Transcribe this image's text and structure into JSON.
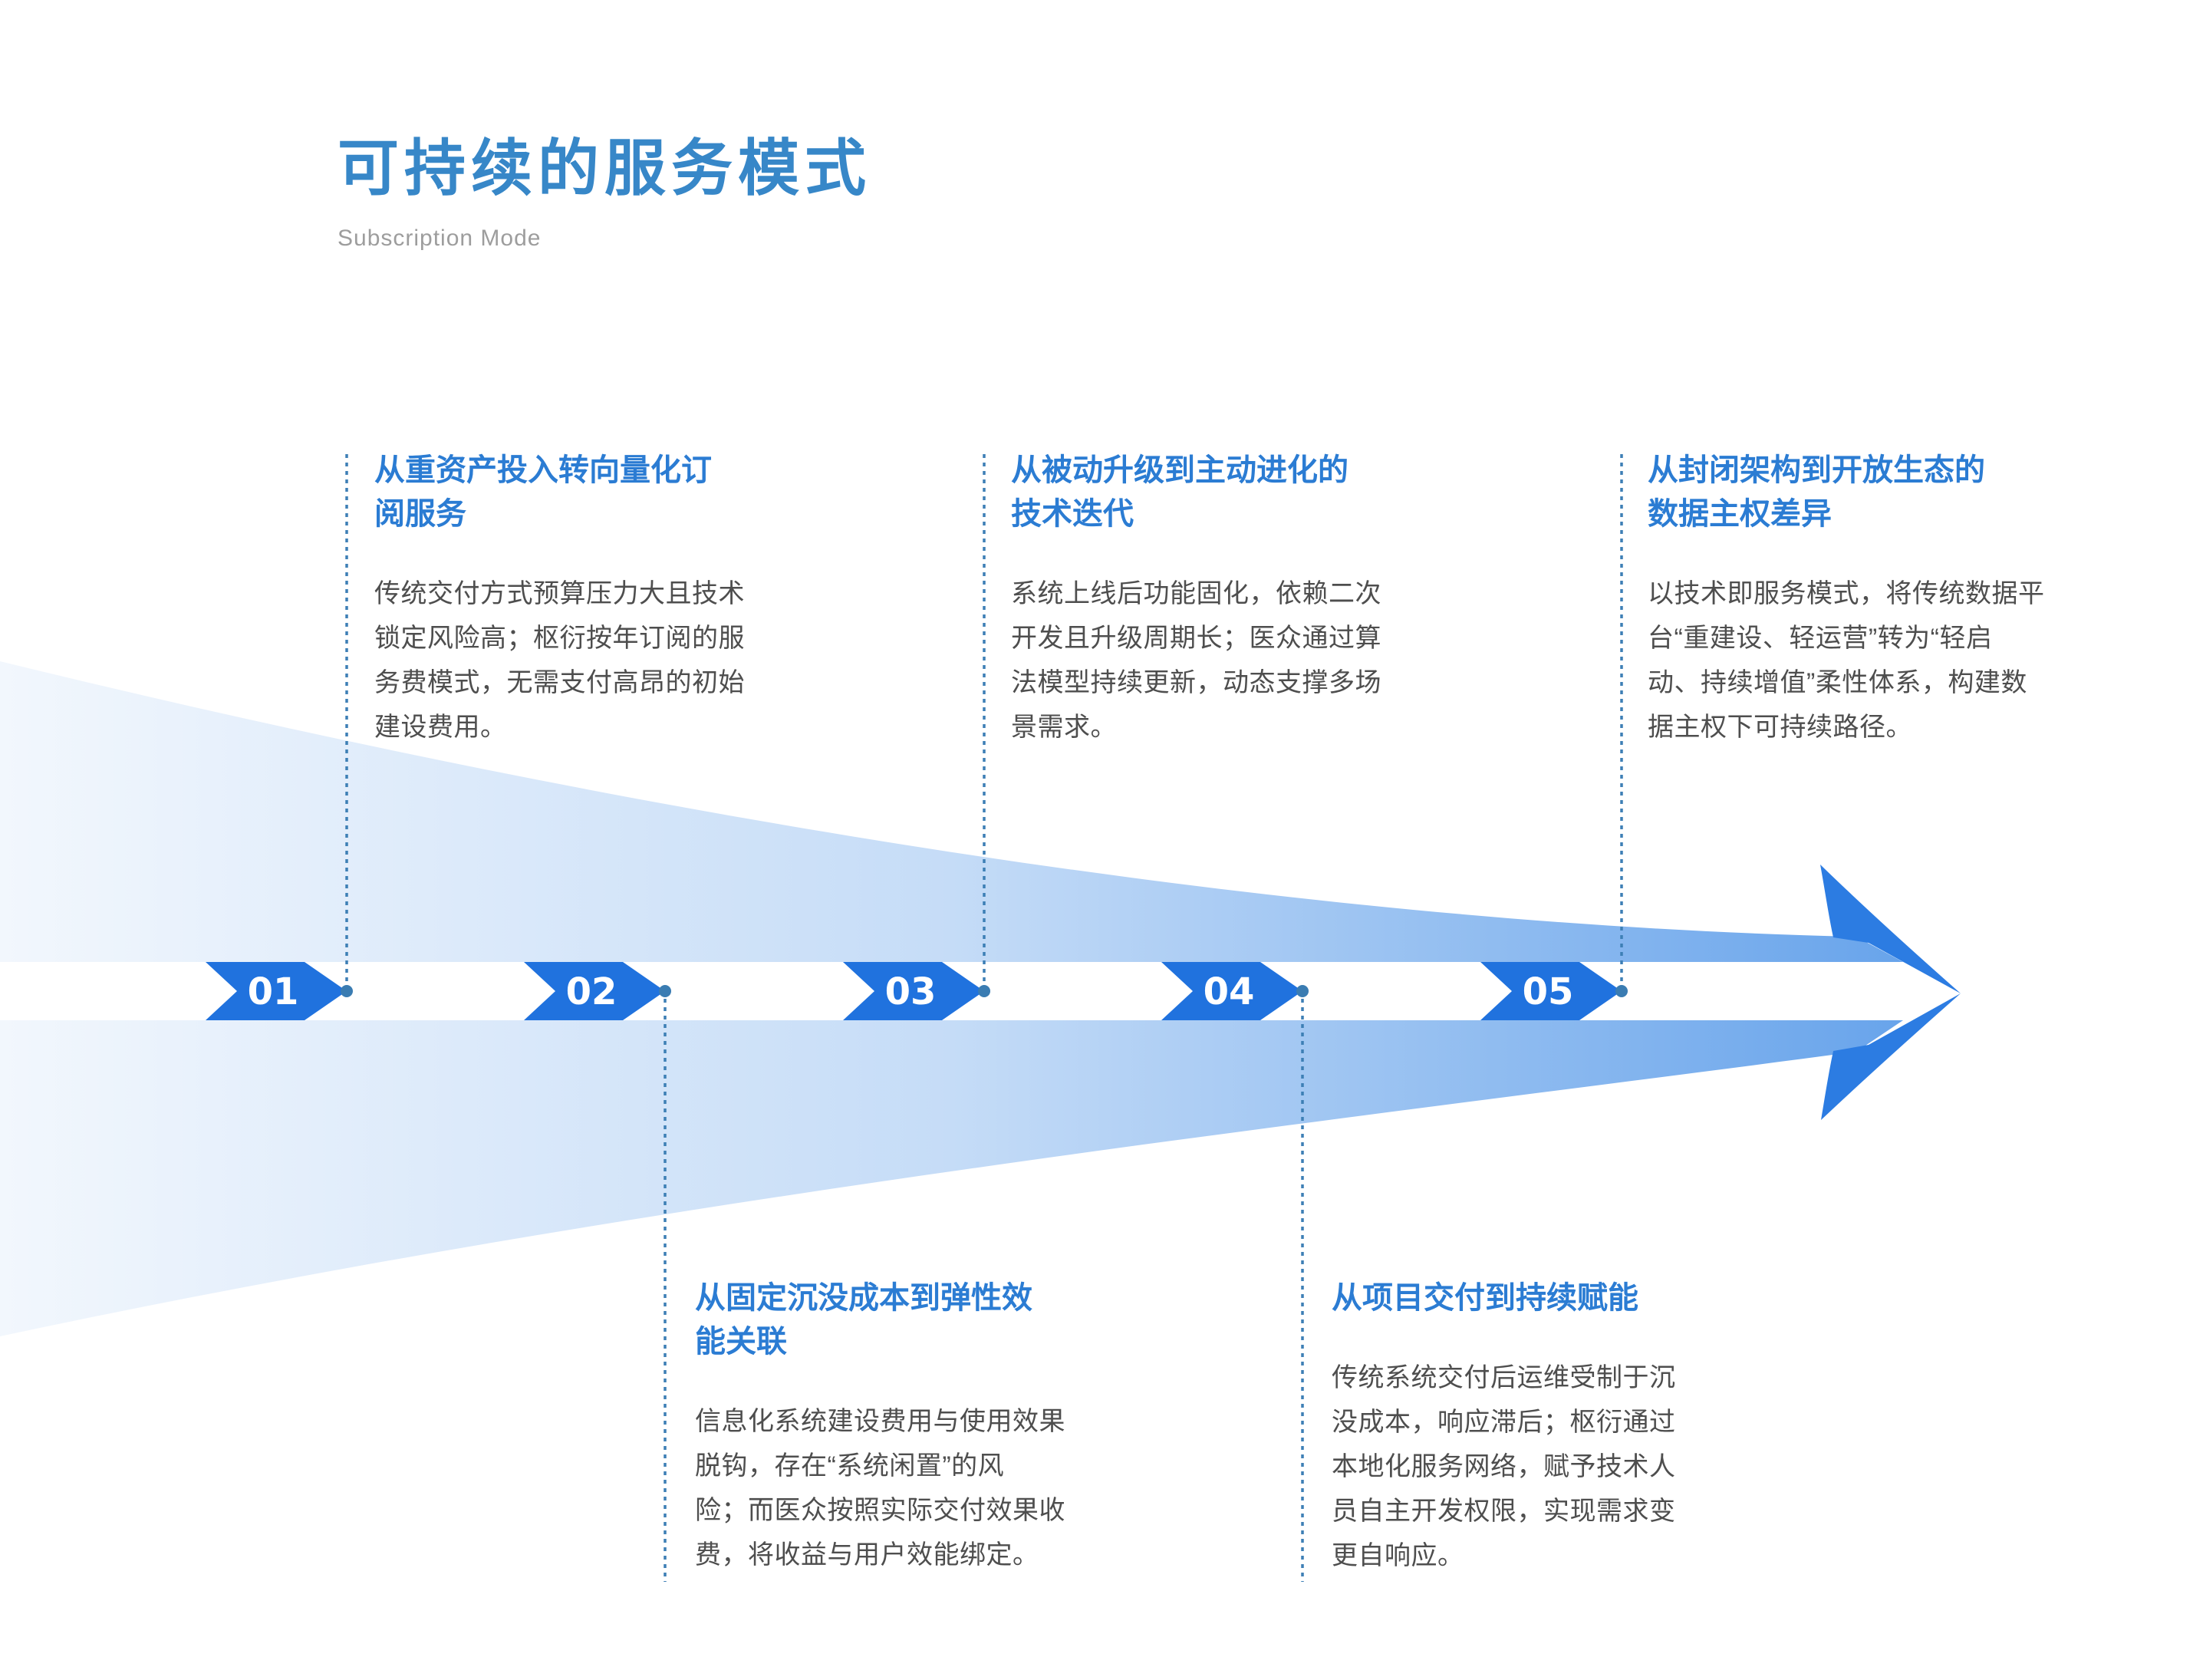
{
  "page": {
    "title": "可持续的服务模式",
    "subtitle": "Subscription Mode"
  },
  "colors": {
    "main_title_blue": "#3787C8",
    "block_title_blue": "#2B7CD3",
    "body_text_gray": "#4E4E4E",
    "subtitle_gray": "#9D9D9D",
    "chevron_blue": "#2072DE",
    "arrowhead_blue": "#2C7CE2",
    "band_gradient_start": "#F2F7FD",
    "band_gradient_mid": "#C5DCF7",
    "band_gradient_end": "#68A4EB",
    "connector_blue": "#3D7FB5"
  },
  "steps": [
    {
      "num": "01",
      "position": "top",
      "title": "从重资产投入转向量化订\n阅服务",
      "body": "传统交付方式预算压力大且技术\n锁定风险高；枢衍按年订阅的服\n务费模式，无需支付高昂的初始\n建设费用。"
    },
    {
      "num": "02",
      "position": "bottom",
      "title": "从固定沉没成本到弹性效\n能关联",
      "body": "信息化系统建设费用与使用效果\n脱钩，存在“系统闲置”的风\n险；而医众按照实际交付效果收\n费，将收益与用户效能绑定。"
    },
    {
      "num": "03",
      "position": "top",
      "title": "从被动升级到主动进化的\n技术迭代",
      "body": "系统上线后功能固化，依赖二次\n开发且升级周期长；医众通过算\n法模型持续更新，动态支撑多场\n景需求。"
    },
    {
      "num": "04",
      "position": "bottom",
      "title": "从项目交付到持续赋能",
      "body": "传统系统交付后运维受制于沉\n没成本，响应滞后；枢衍通过\n本地化服务网络，赋予技术人\n员自主开发权限，实现需求变\n更自响应。"
    },
    {
      "num": "05",
      "position": "top",
      "title": "从封闭架构到开放生态的\n数据主权差异",
      "body": "以技术即服务模式，将传统数据平\n台“重建设、轻运营”转为“轻启\n动、持续增值”柔性体系，构建数\n据主权下可持续路径。"
    }
  ]
}
